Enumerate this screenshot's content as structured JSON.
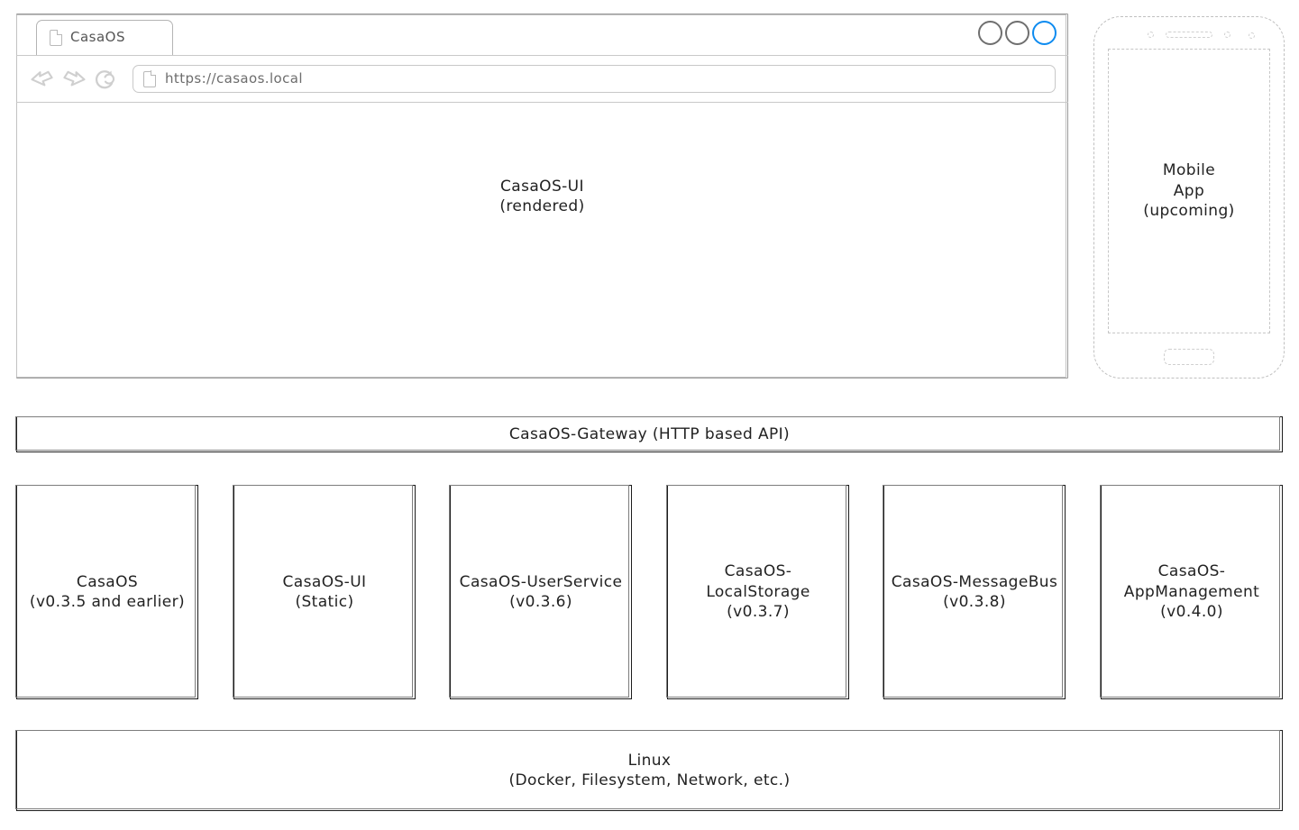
{
  "browser": {
    "tab": {
      "label": "CasaOS",
      "icon": "page-icon"
    },
    "window_controls": [
      {
        "name": "minimize",
        "color": "#6f6f6f"
      },
      {
        "name": "maximize",
        "color": "#6f6f6f"
      },
      {
        "name": "close",
        "color": "#0d8bf0"
      }
    ],
    "nav": {
      "back_icon": "back-arrow-icon",
      "forward_icon": "forward-arrow-icon",
      "reload_icon": "reload-icon"
    },
    "url_bar": {
      "page_icon": "page-icon",
      "value": "https://casaos.local",
      "placeholder": "https://casaos.local"
    },
    "viewport_label": "CasaOS-UI\n(rendered)"
  },
  "phone": {
    "screen_label": "Mobile\nApp\n(upcoming)",
    "style": "dashed-upcoming"
  },
  "gateway": {
    "label": "CasaOS-Gateway (HTTP based API)"
  },
  "services": [
    {
      "name": "casaos",
      "label": "CasaOS\n(v0.3.5 and earlier)"
    },
    {
      "name": "casaos-ui",
      "label": "CasaOS-UI\n(Static)"
    },
    {
      "name": "casaos-userservice",
      "label": "CasaOS-UserService\n(v0.3.6)"
    },
    {
      "name": "casaos-localstorage",
      "label": "CasaOS-\nLocalStorage\n(v0.3.7)"
    },
    {
      "name": "casaos-messagebus",
      "label": "CasaOS-MessageBus\n(v0.3.8)"
    },
    {
      "name": "casaos-appmanagement",
      "label": "CasaOS-\nAppManagement\n(v0.4.0)"
    }
  ],
  "platform": {
    "label": "Linux\n(Docker, Filesystem, Network, etc.)"
  },
  "colors": {
    "accent": "#0d8bf0",
    "ink": "#1d1d1d",
    "ink_soft": "#7d7d7d",
    "chrome_border": "#9a9a9a",
    "dashed_gray": "#c0c0c0",
    "background": "#ffffff"
  }
}
